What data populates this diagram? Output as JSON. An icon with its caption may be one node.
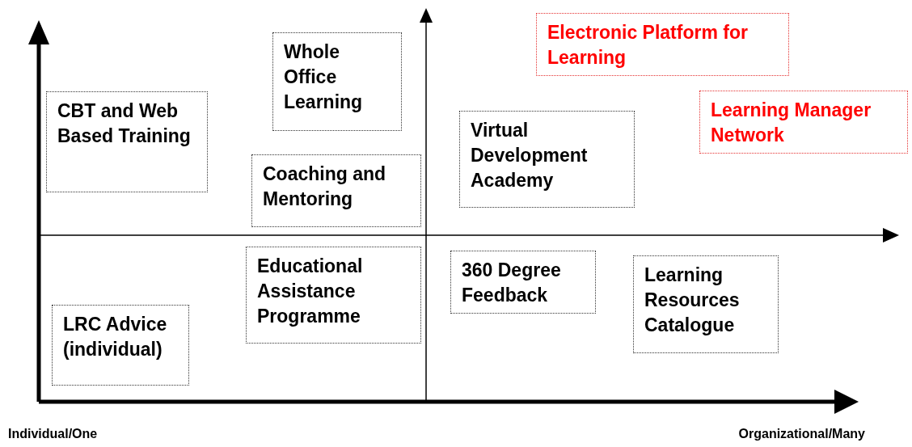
{
  "diagram": {
    "nodes": [
      {
        "text": [
          "CBT and Web Based Training"
        ]
      },
      {
        "text": [
          "Whole Office Learning"
        ]
      },
      {
        "text": [
          "Coaching and Mentoring"
        ]
      },
      {
        "text": [
          "Electronic Platform for Learning"
        ]
      },
      {
        "text": [
          "Virtual Development Academy"
        ]
      },
      {
        "text": [
          "Learning Manager Network"
        ]
      },
      {
        "text": [
          "Educational Assistance Programme"
        ]
      },
      {
        "text": [
          "360 Degree Feedback"
        ]
      },
      {
        "text": [
          "Learning Resources Catalogue"
        ]
      },
      {
        "text": [
          "LRC Advice (individual)"
        ]
      }
    ],
    "edges": [],
    "labels": [
      "Individual/One",
      "Organizational/Many"
    ]
  }
}
